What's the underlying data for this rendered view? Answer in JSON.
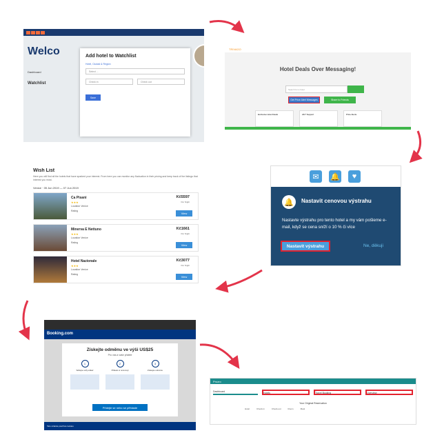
{
  "panel1": {
    "welcome": "Welco",
    "modal_title": "Add hotel to Watchlist",
    "modal_link": "Hotel, Ciudad & Region",
    "place_placeholder": "Select ...",
    "checkin": "Check in",
    "checkout": "Check out",
    "button": "Save",
    "side1": "Dashboard",
    "side2": "Watchlist"
  },
  "panel2": {
    "brand": "TRIVAGO",
    "title": "Hotel Deals Over Messaging!",
    "search_placeholder": "Search for a hotel",
    "alert_button": "Get Price Alert Messages",
    "share_button": "Share to Friends",
    "cards": [
      "Exclusive Hotel Deals",
      "24/7 Support",
      "Price Alerts"
    ]
  },
  "panel3": {
    "title": "Nastavit cenovou výstrahu",
    "desc": "Nastavte výstrahu pro tento hotel a my vám pošleme e-mail, když se cena sníží o 10 % či více",
    "cta": "Nastavit výstrahu",
    "no": "Ne, děkuji"
  },
  "panel4": {
    "title": "Wish List",
    "intro": "Here you will find all the hotels that have sparked your interest. From here you can monitor any fluctuation in their pricing and keep track of the listings that interest you most.",
    "location": "Venice · 05 Jun 2019 — 07 Jun 2019",
    "hotels": [
      {
        "name": "Ca Pisani",
        "price": "Kč5597",
        "loc": "Location Venice",
        "rating": "Rating"
      },
      {
        "name": "Minerva E Nettuno",
        "price": "Kč1661",
        "loc": "Location Venice",
        "rating": "Rating"
      },
      {
        "name": "Hotel Nazionale",
        "price": "Kč3077",
        "loc": "Location Venice",
        "rating": "Rating"
      }
    ],
    "per_night": "Per Night",
    "view": "View"
  },
  "panel5": {
    "brand": "Booking.com",
    "title": "Získejte odměnu ve výši US$25",
    "sub": "Pro vás a vaše přátele",
    "steps": [
      {
        "n": "1",
        "t": "Sdílejte svůj odkaz"
      },
      {
        "n": "2",
        "t": "Přátelé si rezervují"
      },
      {
        "n": "3",
        "t": "Získejte odměnu"
      }
    ],
    "button": "Přidejte se nebo se přihlaste",
    "footer": "Tato stránka používá cookies"
  },
  "panel6": {
    "brand": "Prozro",
    "tabs": [
      "Dashboard",
      "Hotels",
      "Travel Booking",
      "Overview"
    ],
    "res": "Your Original Reservation",
    "info": [
      "Hotel",
      "Check-in",
      "Check-out",
      "Room",
      "Meal"
    ]
  }
}
